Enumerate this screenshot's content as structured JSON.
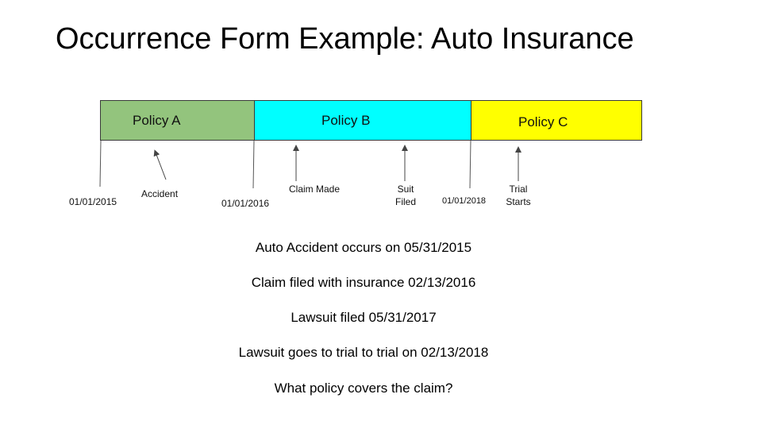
{
  "slide": {
    "title": "Occurrence Form Example: Auto Insurance"
  },
  "policies": [
    {
      "label": "Policy A",
      "color": "#93c47d"
    },
    {
      "label": "Policy B",
      "color": "#00ffff"
    },
    {
      "label": "Policy C",
      "color": "#ffff00"
    }
  ],
  "boundary_dates": [
    "01/01/2015",
    "01/01/2016",
    "01/01/2018"
  ],
  "events": [
    {
      "label": "Accident"
    },
    {
      "label": "Claim Made"
    },
    {
      "label_line1": "Suit",
      "label_line2": "Filed"
    },
    {
      "label_line1": "Trial",
      "label_line2": "Starts"
    }
  ],
  "facts": [
    "Auto Accident occurs on 05/31/2015",
    "Claim filed with insurance 02/13/2016",
    "Lawsuit filed 05/31/2017",
    "Lawsuit goes to trial to trial on 02/13/2018",
    "What policy covers the claim?"
  ]
}
